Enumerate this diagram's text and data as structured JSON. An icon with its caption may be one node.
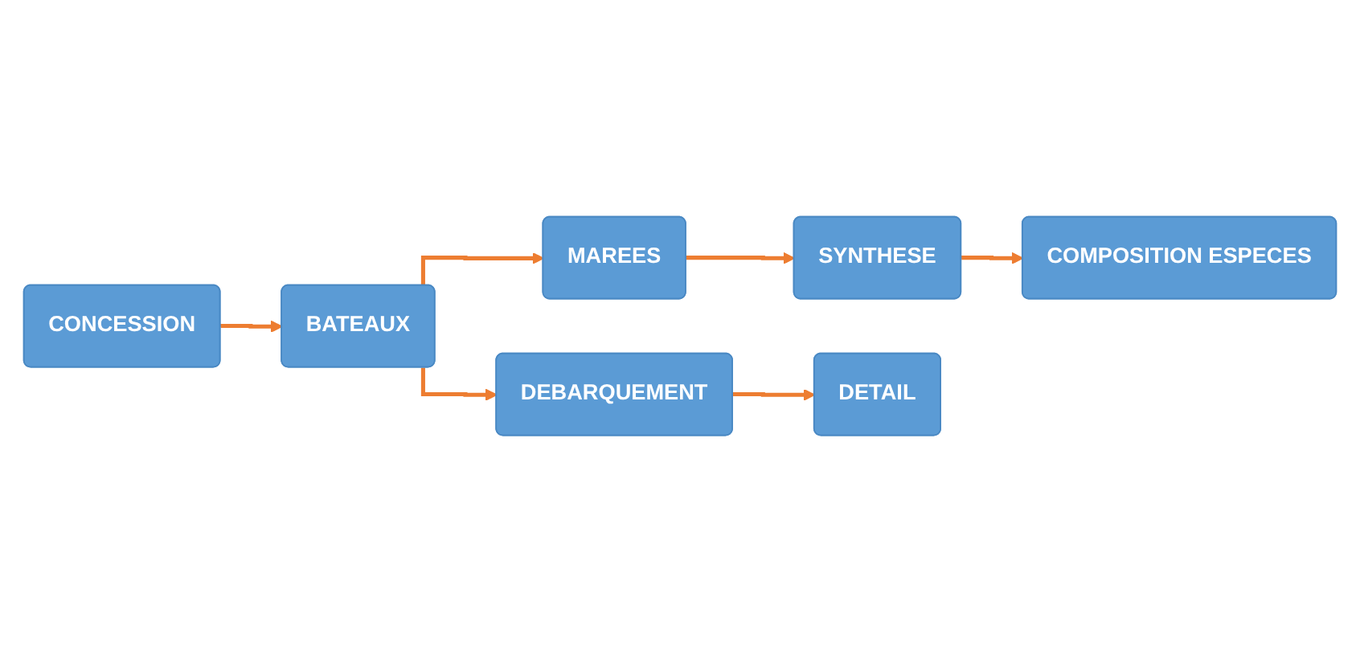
{
  "diagram": {
    "nodes": [
      {
        "text": [
          "CONCESSION"
        ]
      },
      {
        "text": [
          "BATEAUX"
        ]
      },
      {
        "text": [
          "MAREES"
        ]
      },
      {
        "text": [
          "SYNTHESE"
        ]
      },
      {
        "text": [
          "COMPOSITION ESPECES"
        ]
      },
      {
        "text": [
          "DEBARQUEMENT"
        ]
      },
      {
        "text": [
          "DETAIL"
        ]
      }
    ],
    "edges": [
      {
        "from": 0,
        "to": 1,
        "arrow": "to"
      },
      {
        "from": 1,
        "to": 2,
        "arrow": "to"
      },
      {
        "from": 2,
        "to": 3,
        "arrow": "to"
      },
      {
        "from": 3,
        "to": 4,
        "arrow": "to"
      },
      {
        "from": 1,
        "to": 5,
        "arrow": "to"
      },
      {
        "from": 5,
        "to": 6,
        "arrow": "to"
      }
    ]
  }
}
